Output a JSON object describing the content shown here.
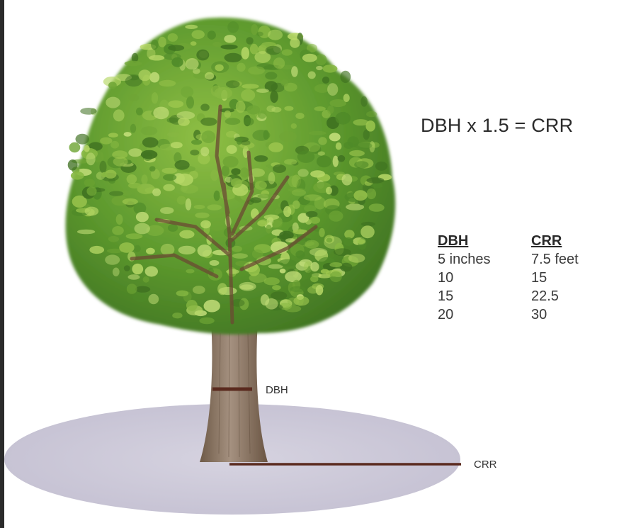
{
  "formula": "DBH x 1.5 = CRR",
  "table": {
    "headers": [
      "DBH",
      "CRR"
    ],
    "rows": [
      [
        "5 inches",
        "7.5 feet"
      ],
      [
        "10",
        "15"
      ],
      [
        "15",
        "22.5"
      ],
      [
        "20",
        "30"
      ]
    ]
  },
  "labels": {
    "dbh": "DBH",
    "crr": "CRR"
  },
  "colors": {
    "foliage": "#5e9a2e",
    "foliage_light": "#a9d05a",
    "trunk": "#8a7560",
    "ground": "#c9c5d6",
    "marker": "#5a2a1e"
  }
}
